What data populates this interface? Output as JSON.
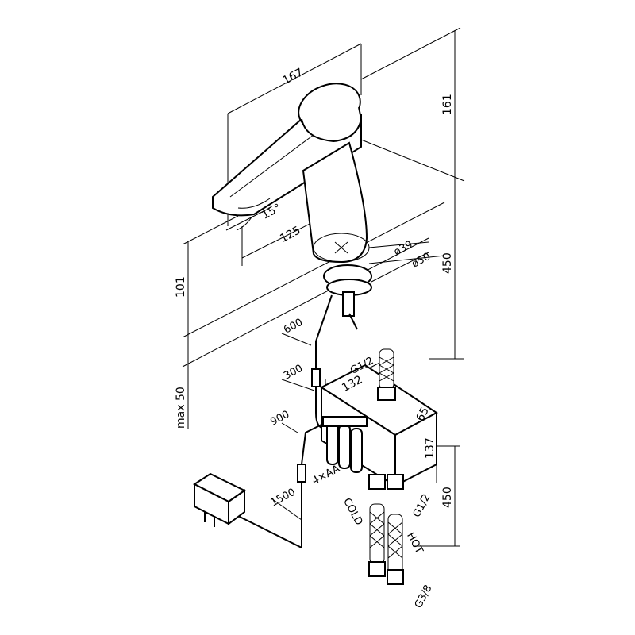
{
  "drawing": {
    "dimensions": {
      "width_top": "167",
      "height_spout": "161",
      "reach": "125",
      "angle": "15°",
      "dia_39": "ø39",
      "dia_50": "ø50",
      "height_450": "450",
      "height_101": "101",
      "deck_max": "max 50",
      "cable_600": "600",
      "cable_300": "300",
      "cable_900": "900",
      "cable_1500": "1500",
      "box_width": "132",
      "box_depth": "65",
      "box_height": "137",
      "hose_450": "450"
    },
    "labels": {
      "thread_g12_top": "G1/2",
      "thread_g12_bottom": "G1/2",
      "thread_g38": "G3/8",
      "batteries": "4×AA",
      "cold": "COLD",
      "hot": "HOT"
    }
  }
}
